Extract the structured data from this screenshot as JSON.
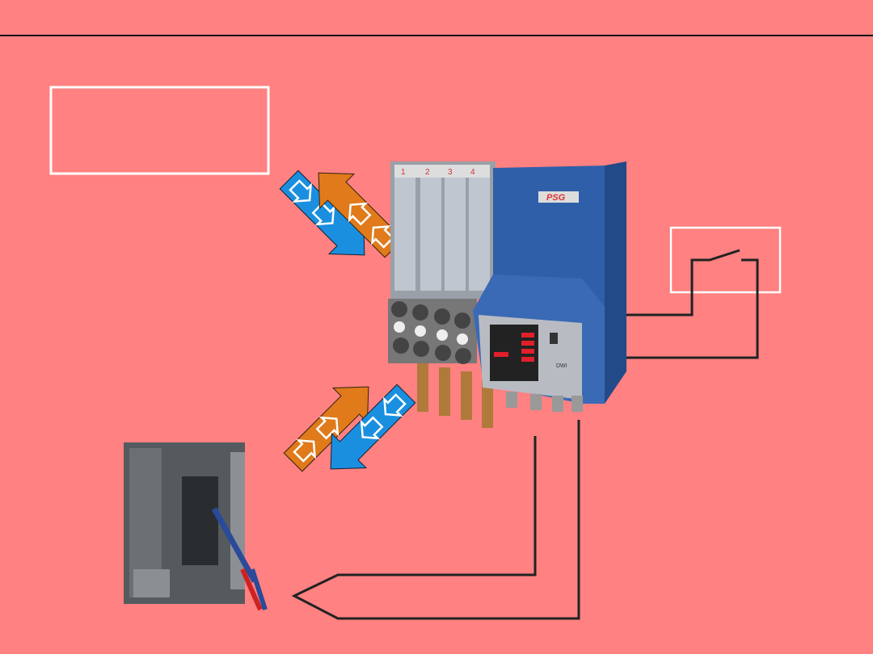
{
  "slide": {
    "background": "#FF8181"
  },
  "device": {
    "channels": [
      "1",
      "2",
      "3",
      "4"
    ],
    "brand": "PSG",
    "model": "DWI"
  },
  "colors": {
    "supply_arrow": "#1A8FE0",
    "return_arrow": "#E07A1A",
    "wire": "#222222"
  }
}
